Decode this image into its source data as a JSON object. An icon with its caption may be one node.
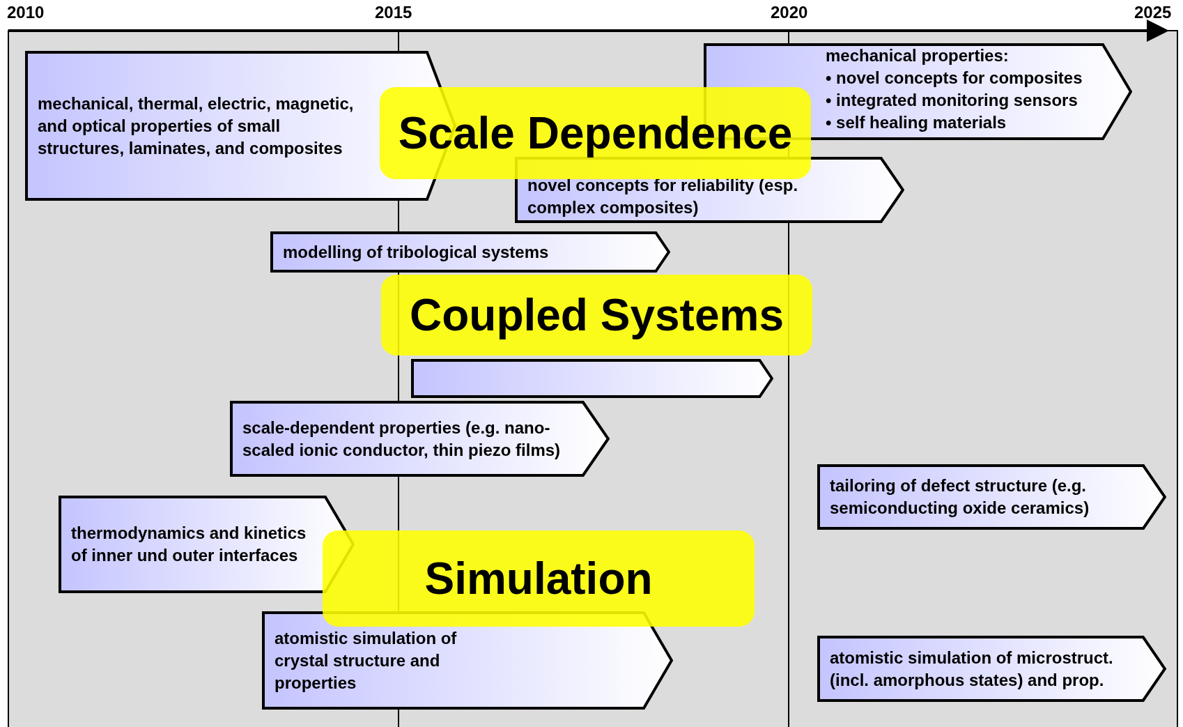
{
  "diagram": {
    "nodes": [
      {
        "text": [
          "mechanical properties:",
          "• novel concepts for composites",
          "• integrated monitoring sensors",
          "• self healing materials"
        ]
      },
      {
        "text": [
          "mechanical, thermal, electric, magnetic, and optical properties of small structures, laminates, and composites"
        ]
      },
      {
        "text": [
          "Scale Dependence"
        ]
      },
      {
        "text": [
          "novel concepts for reliability (esp. complex composites)"
        ]
      },
      {
        "text": [
          "modelling of tribological systems"
        ]
      },
      {
        "text": [],
        "shape": "box"
      },
      {
        "text": [
          "Coupled Systems"
        ]
      },
      {
        "text": [
          "scale-dependent properties (e.g. nano-scaled ionic conductor, thin piezo films)"
        ]
      },
      {
        "text": [
          "tailoring of defect structure (e.g. semiconducting oxide ceramics)"
        ]
      },
      {
        "text": [
          "thermodynamics and kinetics of inner und outer interfaces"
        ]
      },
      {
        "text": [
          "Simulation"
        ]
      },
      {
        "text": [
          "atomistic simulation of crystal structure and properties"
        ]
      },
      {
        "text": [
          "atomistic simulation of microstruct. (incl. amorphous states) and prop."
        ]
      }
    ],
    "edges": [],
    "labels": [
      "2010",
      "2015",
      "2020",
      "2025"
    ]
  }
}
